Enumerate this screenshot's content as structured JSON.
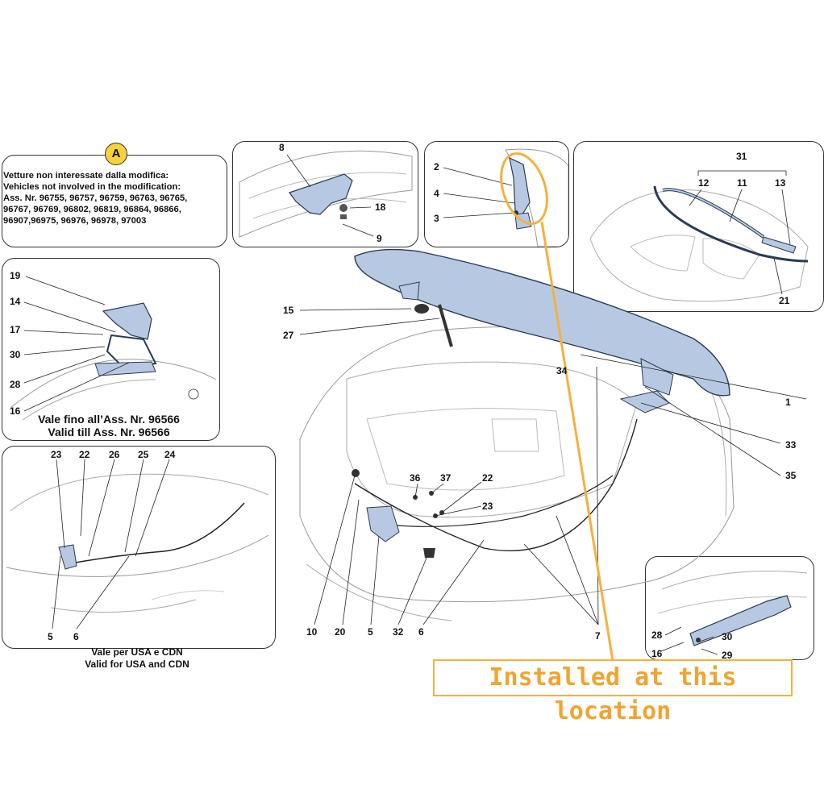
{
  "badge": "A",
  "note": {
    "it": "Vetture non interessate dalla modifica:",
    "en": "Vehicles not involved in the modification:",
    "lines": [
      "Ass. Nr. 96755, 96757, 96759, 96763, 96765,",
      "96767, 96769, 96802, 96819, 96864, 96866,",
      "96907,96975, 96976, 96978, 97003"
    ]
  },
  "caption_valid_till": {
    "it": "Vale fino all’Ass. Nr. 96566",
    "en": "Valid till Ass. Nr. 96566"
  },
  "caption_usa": {
    "it": "Vale per USA e CDN",
    "en": "Valid for USA and CDN"
  },
  "installed_label": "Installed at this location",
  "callouts": {
    "p8": "8",
    "p18": "18",
    "p9": "9",
    "p2": "2",
    "p4": "4",
    "p3": "3",
    "p31": "31",
    "p12": "12",
    "p11": "11",
    "p13": "13",
    "p21": "21",
    "p19": "19",
    "p14": "14",
    "p17": "17",
    "p30a": "30",
    "p28a": "28",
    "p16a": "16",
    "p15": "15",
    "p27": "27",
    "p34": "34",
    "p1": "1",
    "p33": "33",
    "p35": "35",
    "p36": "36",
    "p37": "37",
    "p22b": "22",
    "p23b": "23",
    "p10": "10",
    "p20": "20",
    "p5b": "5",
    "p32": "32",
    "p6b": "6",
    "p7": "7",
    "p23a": "23",
    "p22a": "22",
    "p26": "26",
    "p25": "25",
    "p24": "24",
    "p5a": "5",
    "p6a": "6",
    "p28b": "28",
    "p30b": "30",
    "p16b": "16",
    "p29": "29"
  },
  "colors": {
    "part_fill": "#b7c9e2",
    "part_stroke": "#2a3a55",
    "highlight": "#f4b13c",
    "badge": "#f7d23a"
  }
}
